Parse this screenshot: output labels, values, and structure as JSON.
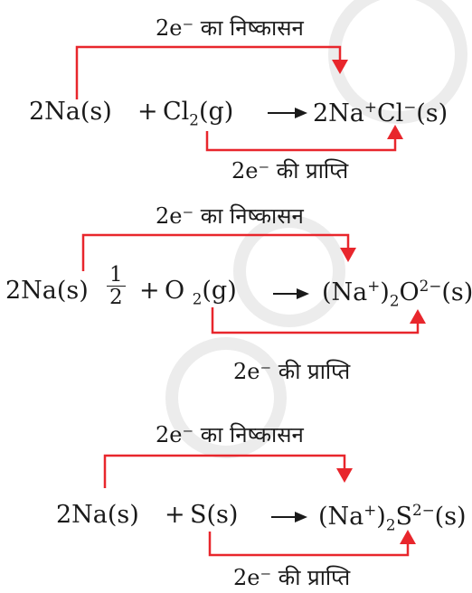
{
  "colors": {
    "arrow": "#e8262c",
    "text": "#1a1a1a",
    "watermark": "#e9e9e9"
  },
  "reactions": [
    {
      "loss_label": "2e⁻ का निष्कासन",
      "gain_label": "2e⁻ की प्राप्ति",
      "reactant1": "2Na(s)",
      "plus": "+",
      "reactant2_base": "Cl",
      "reactant2_sub": "2",
      "reactant2_state": "(g)",
      "product_cation": "2Na",
      "product_cation_charge": "+",
      "product_anion": "Cl",
      "product_anion_charge": "−",
      "product_state": "(s)"
    },
    {
      "loss_label": "2e⁻ का निष्कासन",
      "gain_label": "2e⁻ की प्राप्ति",
      "reactant1": "2Na(s)",
      "frac_num": "1",
      "frac_den": "2",
      "plus": "+",
      "reactant2_base": "O",
      "reactant2_sub": "2",
      "reactant2_state": "(g)",
      "product_open": "(Na",
      "product_cation_charge": "+",
      "product_close": ")",
      "product_sub": "2",
      "product_anion": "O",
      "product_anion_charge": "2−",
      "product_state": "(s)"
    },
    {
      "loss_label": "2e⁻ का निष्कासन",
      "gain_label": "2e⁻ की प्राप्ति",
      "reactant1": "2Na(s)",
      "plus": "+",
      "reactant2": "S(s)",
      "product_open": "(Na",
      "product_cation_charge": "+",
      "product_close": ")",
      "product_sub": "2",
      "product_anion": "S",
      "product_anion_charge": "2−",
      "product_state": "(s)"
    }
  ]
}
